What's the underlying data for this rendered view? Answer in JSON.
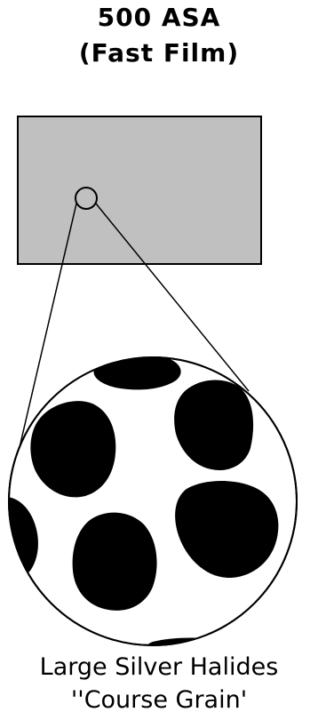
{
  "title": {
    "line1": "500 ASA",
    "line2": "(Fast Film)"
  },
  "caption": {
    "line1": "Large Silver Halides",
    "line2": "''Course Grain'"
  },
  "colors": {
    "film_fill": "#c0c0c0",
    "grain": "#000000",
    "outline": "#000000",
    "background": "#ffffff"
  }
}
